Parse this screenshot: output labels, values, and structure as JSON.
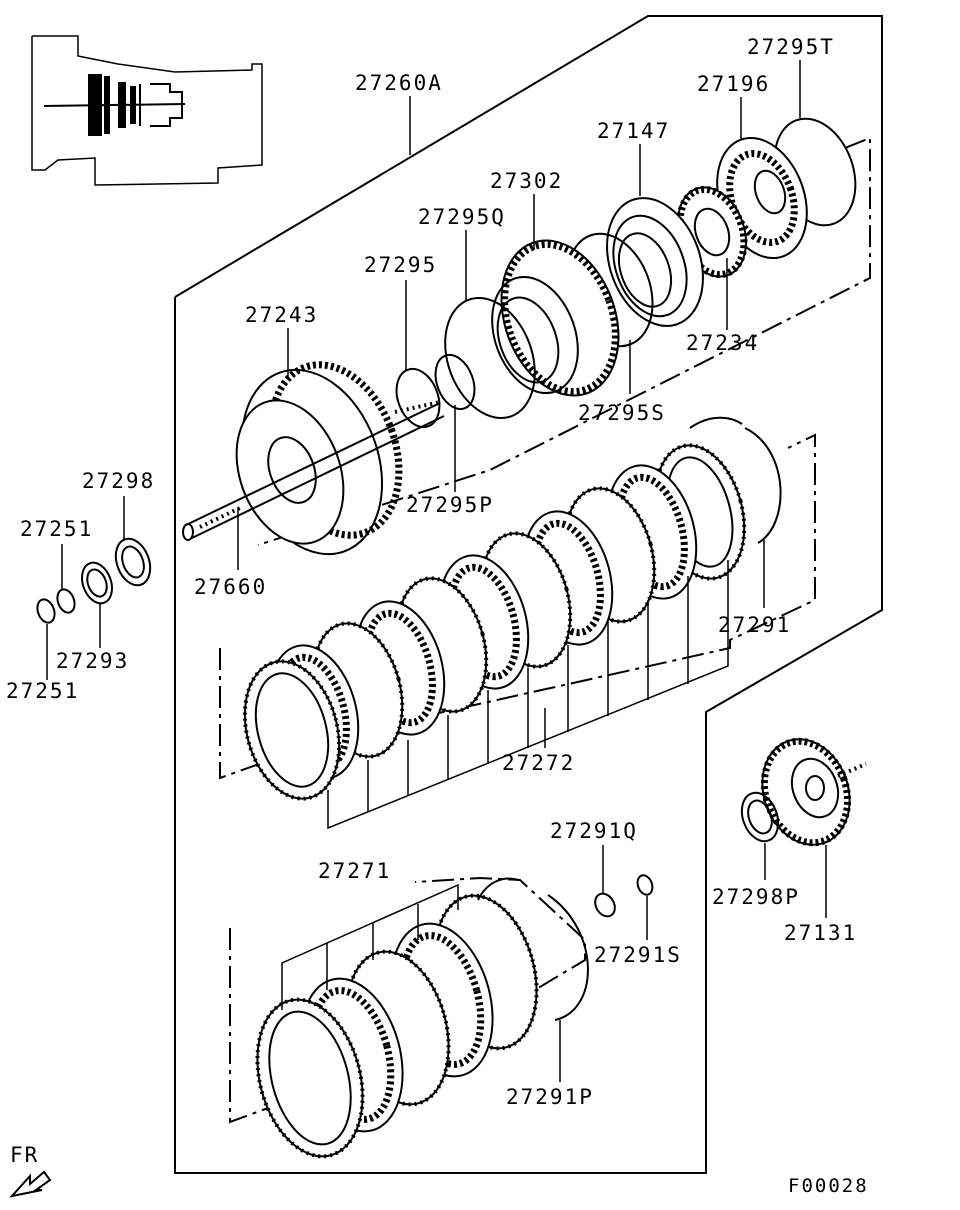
{
  "parts": [
    {
      "id": "27260A"
    },
    {
      "id": "27295T"
    },
    {
      "id": "27196"
    },
    {
      "id": "27147"
    },
    {
      "id": "27302"
    },
    {
      "id": "27295Q"
    },
    {
      "id": "27295"
    },
    {
      "id": "27243"
    },
    {
      "id": "27234"
    },
    {
      "id": "27295S"
    },
    {
      "id": "27295P"
    },
    {
      "id": "27298"
    },
    {
      "id": "27251"
    },
    {
      "id": "27660"
    },
    {
      "id": "27293"
    },
    {
      "id": "27251"
    },
    {
      "id": "27291"
    },
    {
      "id": "27272"
    },
    {
      "id": "27131"
    },
    {
      "id": "27298P"
    },
    {
      "id": "27291Q"
    },
    {
      "id": "27271"
    },
    {
      "id": "27291S"
    },
    {
      "id": "27291P"
    }
  ],
  "direction_marker": "FR",
  "figure_code": "F00028"
}
